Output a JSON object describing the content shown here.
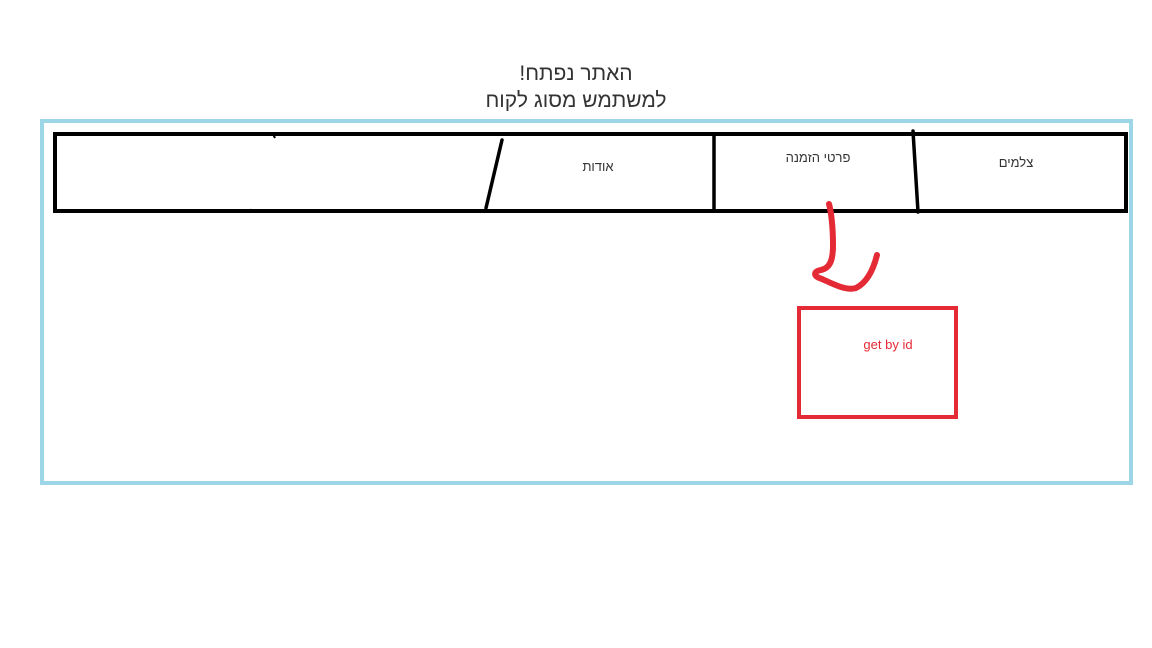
{
  "header": {
    "line1": "האתר נפתח!",
    "line2": "למשתמש מסוג לקוח"
  },
  "nav": {
    "tabs": [
      {
        "label": "צלמים"
      },
      {
        "label": "פרטי הזמנה"
      },
      {
        "label": "אודות"
      },
      {
        "label": ""
      }
    ]
  },
  "detail": {
    "label": "get by id"
  },
  "colors": {
    "frame": "#9dd6e6",
    "nav_border": "#000000",
    "accent": "#e42a35",
    "text": "#333333"
  }
}
